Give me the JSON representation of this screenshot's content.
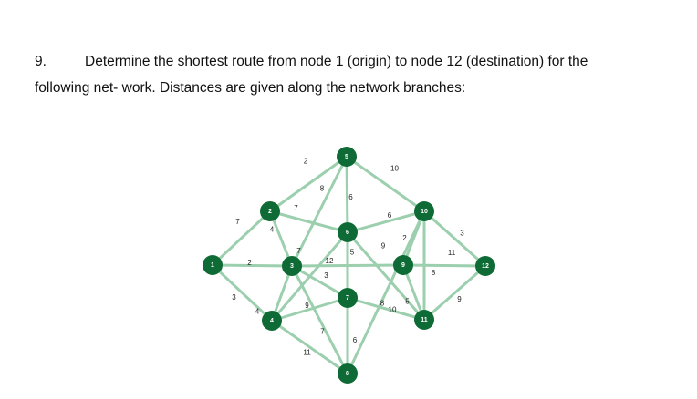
{
  "question": {
    "number": "9.",
    "line1": "Determine the shortest route from node 1 (origin) to node 12 (destination) for the",
    "line2": "following net- work. Distances are given along the network branches:"
  },
  "network": {
    "node_color": "#0f6b35",
    "edge_color": "#9bcfad",
    "nodes": [
      {
        "id": "1"
      },
      {
        "id": "2"
      },
      {
        "id": "3"
      },
      {
        "id": "4"
      },
      {
        "id": "5"
      },
      {
        "id": "6"
      },
      {
        "id": "7"
      },
      {
        "id": "8"
      },
      {
        "id": "9"
      },
      {
        "id": "10"
      },
      {
        "id": "11"
      },
      {
        "id": "12"
      }
    ],
    "edges": [
      {
        "from": "1",
        "to": "2",
        "label": "7"
      },
      {
        "from": "1",
        "to": "3",
        "label": "2"
      },
      {
        "from": "1",
        "to": "4",
        "label": "3"
      },
      {
        "from": "2",
        "to": "5",
        "label": "2"
      },
      {
        "from": "2",
        "to": "3",
        "label": "4"
      },
      {
        "from": "2",
        "to": "6",
        "label": "7"
      },
      {
        "from": "3",
        "to": "4",
        "label": "4"
      },
      {
        "from": "3",
        "to": "5",
        "label": "8"
      },
      {
        "from": "3",
        "to": "9",
        "label": "12"
      },
      {
        "from": "3",
        "to": "7",
        "label": "3"
      },
      {
        "from": "3",
        "to": "8",
        "label": "11"
      },
      {
        "from": "4",
        "to": "6",
        "label": "7"
      },
      {
        "from": "4",
        "to": "7",
        "label": "9"
      },
      {
        "from": "4",
        "to": "8",
        "label": "7"
      },
      {
        "from": "5",
        "to": "6",
        "label": "6"
      },
      {
        "from": "5",
        "to": "10",
        "label": "10"
      },
      {
        "from": "6",
        "to": "7",
        "label": "5"
      },
      {
        "from": "6",
        "to": "10",
        "label": "6"
      },
      {
        "from": "6",
        "to": "11",
        "label": "9"
      },
      {
        "from": "7",
        "to": "8",
        "label": "6"
      },
      {
        "from": "7",
        "to": "11",
        "label": "8"
      },
      {
        "from": "8",
        "to": "10",
        "label": "10"
      },
      {
        "from": "9",
        "to": "10",
        "label": "2"
      },
      {
        "from": "9",
        "to": "11",
        "label": "5"
      },
      {
        "from": "10",
        "to": "11",
        "label": "8"
      },
      {
        "from": "10",
        "to": "12",
        "label": "3"
      },
      {
        "from": "9",
        "to": "12",
        "label": "11"
      },
      {
        "from": "11",
        "to": "12",
        "label": "9"
      }
    ]
  }
}
